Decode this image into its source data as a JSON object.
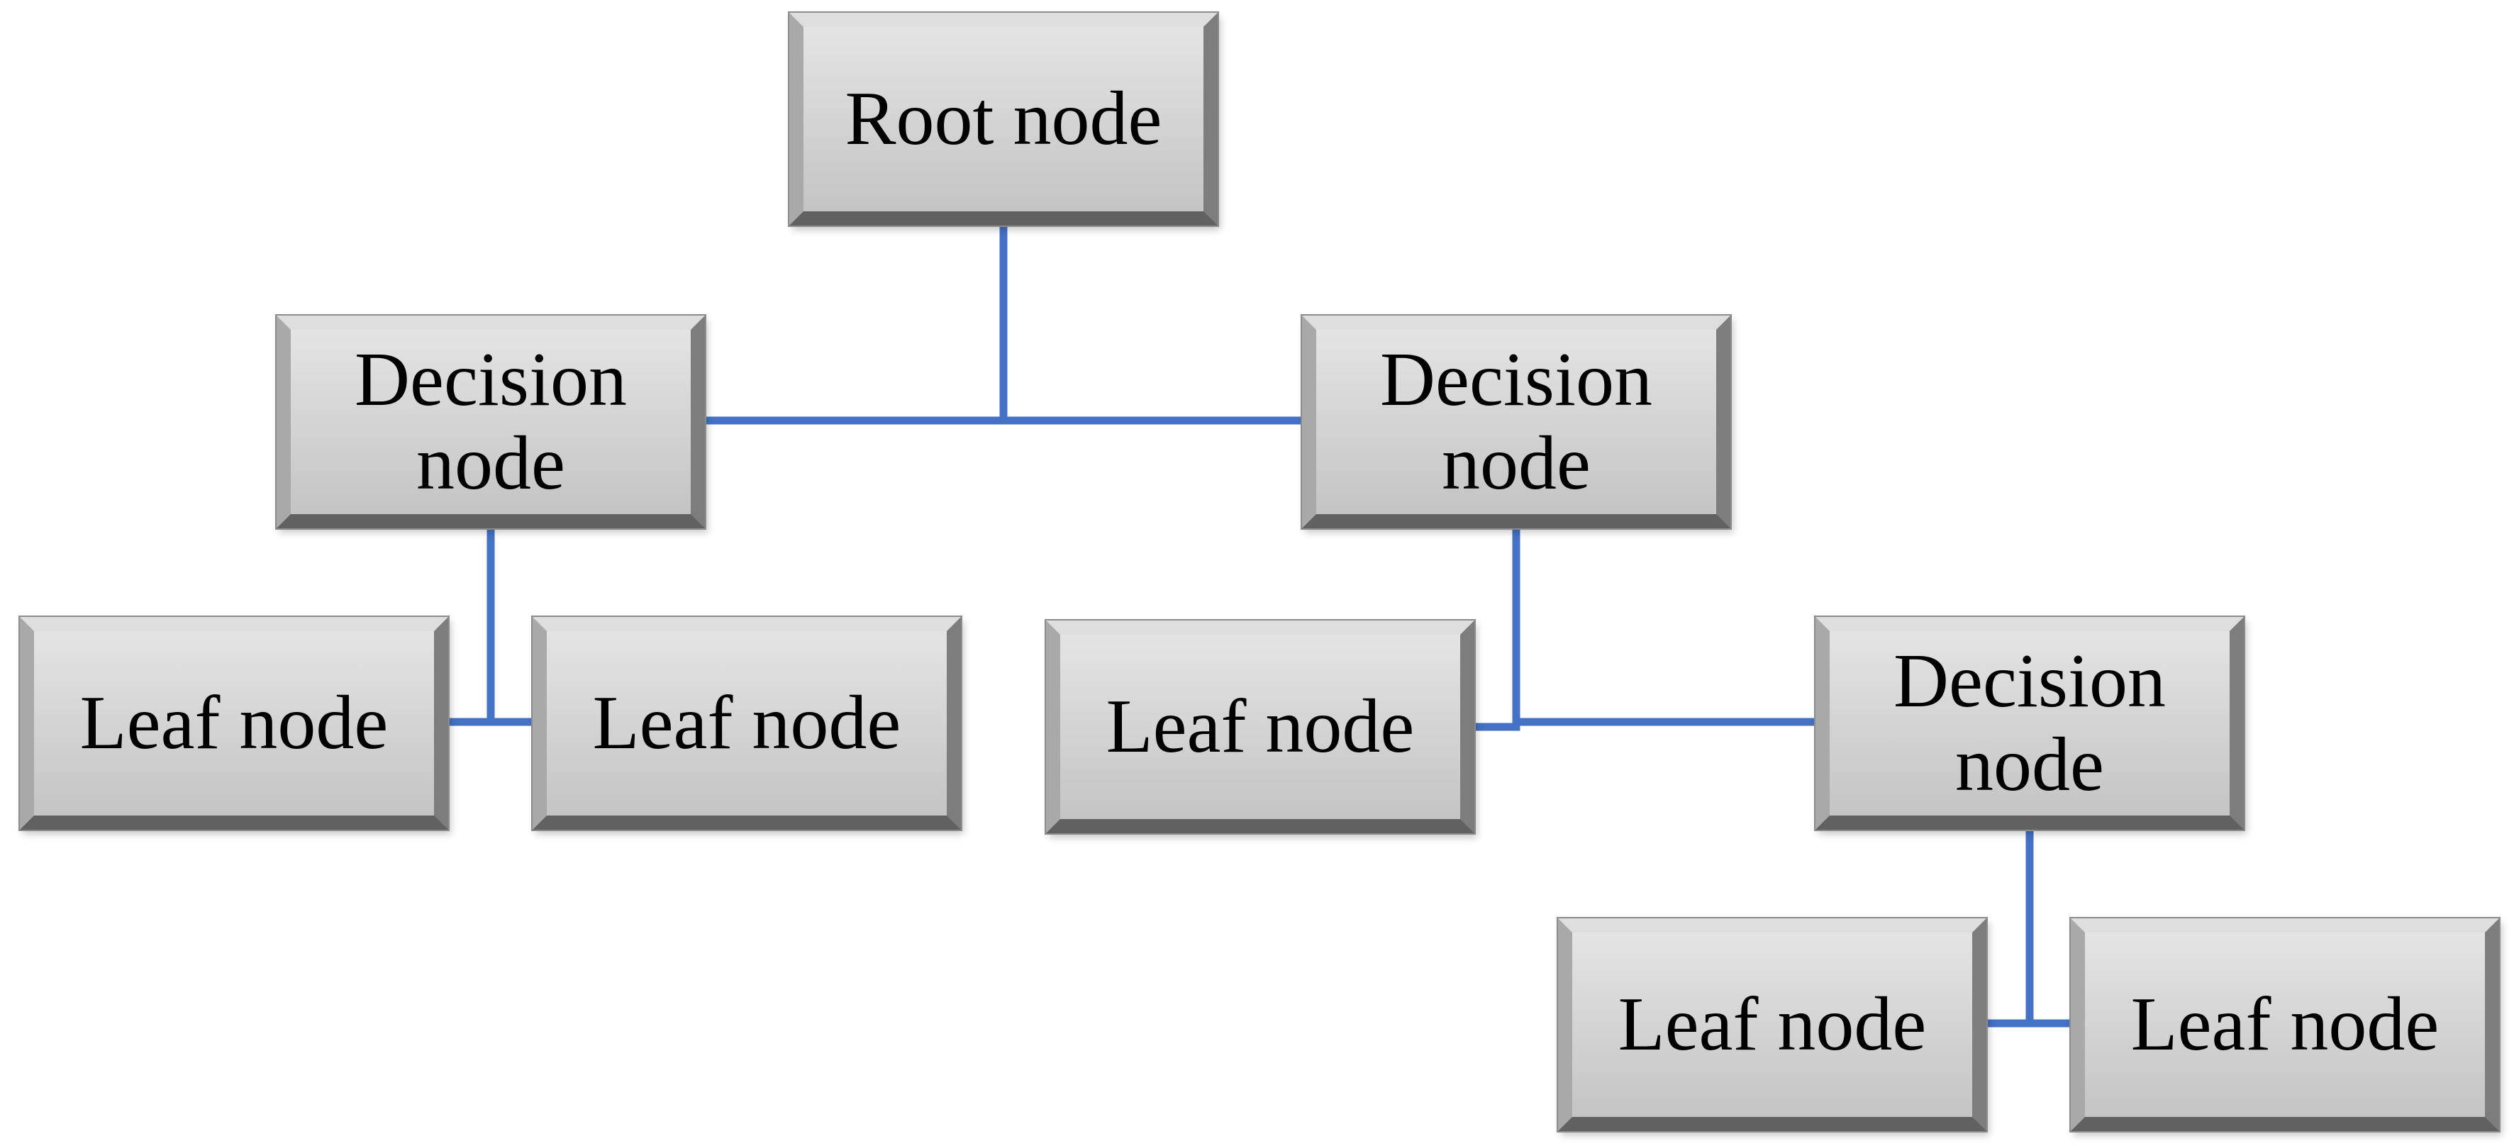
{
  "diagram": {
    "line_color": "#4472c4",
    "nodes": [
      {
        "id": "root",
        "label": "Root node"
      },
      {
        "id": "d1",
        "label": "Decision\nnode"
      },
      {
        "id": "d2",
        "label": "Decision\nnode"
      },
      {
        "id": "l1",
        "label": "Leaf node"
      },
      {
        "id": "l2",
        "label": "Leaf node"
      },
      {
        "id": "l3",
        "label": "Leaf node"
      },
      {
        "id": "d3",
        "label": "Decision\nnode"
      },
      {
        "id": "l4",
        "label": "Leaf node"
      },
      {
        "id": "l5",
        "label": "Leaf node"
      }
    ],
    "edges": [
      {
        "from": "root",
        "to": "d1"
      },
      {
        "from": "root",
        "to": "d2"
      },
      {
        "from": "d1",
        "to": "l1"
      },
      {
        "from": "d1",
        "to": "l2"
      },
      {
        "from": "d2",
        "to": "l3"
      },
      {
        "from": "d2",
        "to": "d3"
      },
      {
        "from": "d3",
        "to": "l4"
      },
      {
        "from": "d3",
        "to": "l5"
      }
    ]
  }
}
